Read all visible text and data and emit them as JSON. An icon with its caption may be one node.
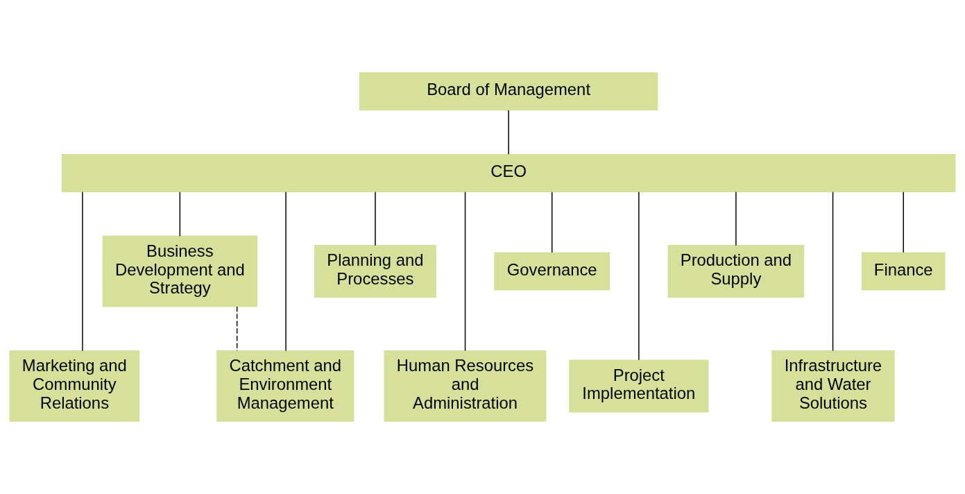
{
  "diagram": {
    "nodes": [
      {
        "text": [
          "Board of Management"
        ]
      },
      {
        "text": [
          "CEO"
        ]
      },
      {
        "text": [
          "Marketing and Community Relations"
        ]
      },
      {
        "text": [
          "Business Development and Strategy"
        ]
      },
      {
        "text": [
          "Catchment and Environment Management"
        ]
      },
      {
        "text": [
          "Planning and Processes"
        ]
      },
      {
        "text": [
          "Human Resources and Administration"
        ]
      },
      {
        "text": [
          "Governance"
        ]
      },
      {
        "text": [
          "Project Implementation"
        ]
      },
      {
        "text": [
          "Production and Supply"
        ]
      },
      {
        "text": [
          "Infrastructure and Water Solutions"
        ]
      },
      {
        "text": [
          "Finance"
        ]
      }
    ],
    "edges": [
      {
        "from": 0,
        "to": 1,
        "arrow": "none"
      },
      {
        "from": 1,
        "to": 2,
        "arrow": "none"
      },
      {
        "from": 1,
        "to": 3,
        "arrow": "none"
      },
      {
        "from": 1,
        "to": 4,
        "arrow": "none"
      },
      {
        "from": 1,
        "to": 5,
        "arrow": "none"
      },
      {
        "from": 1,
        "to": 6,
        "arrow": "none"
      },
      {
        "from": 1,
        "to": 7,
        "arrow": "none"
      },
      {
        "from": 1,
        "to": 8,
        "arrow": "none"
      },
      {
        "from": 1,
        "to": 9,
        "arrow": "none"
      },
      {
        "from": 1,
        "to": 10,
        "arrow": "none"
      },
      {
        "from": 1,
        "to": 11,
        "arrow": "none"
      },
      {
        "from": 3,
        "to": 4,
        "arrow": "none",
        "style": "dashed"
      }
    ]
  }
}
